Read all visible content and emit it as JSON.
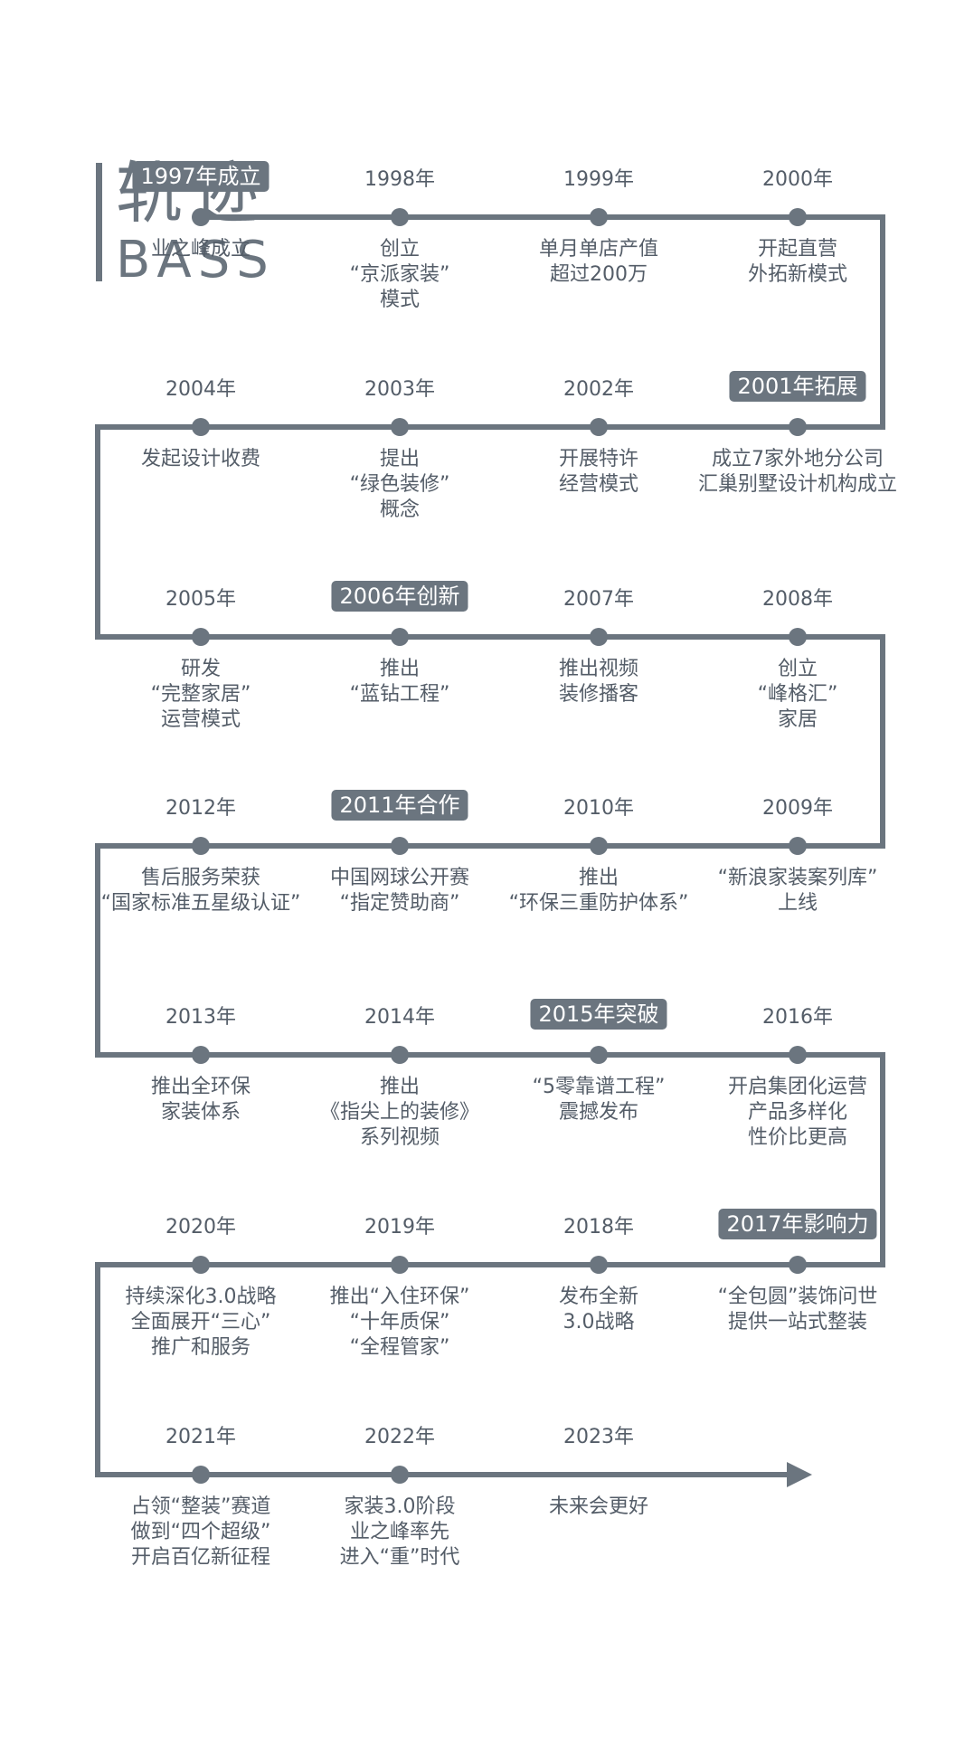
{
  "header": {
    "title_cn": "轨迹",
    "title_en": "BASS"
  },
  "colors": {
    "line": "#6b757f",
    "text": "#545d68",
    "badge_text": "#ffffff"
  },
  "icons": {
    "end_arrow": "arrow-right-icon",
    "milestone_dot": "dot-icon"
  },
  "events": [
    {
      "year": "1997年成立",
      "badge": true,
      "lines": [
        "业之峰成立"
      ]
    },
    {
      "year": "1998年",
      "badge": false,
      "lines": [
        "创立",
        "“京派家装”",
        "模式"
      ]
    },
    {
      "year": "1999年",
      "badge": false,
      "lines": [
        "单月单店产值",
        "超过200万"
      ]
    },
    {
      "year": "2000年",
      "badge": false,
      "lines": [
        "开起直营",
        "外拓新模式"
      ]
    },
    {
      "year": "2001年拓展",
      "badge": true,
      "lines": [
        "成立7家外地分公司",
        "汇巢别墅设计机构成立"
      ]
    },
    {
      "year": "2002年",
      "badge": false,
      "lines": [
        "开展特许",
        "经营模式"
      ]
    },
    {
      "year": "2003年",
      "badge": false,
      "lines": [
        "提出",
        "“绿色装修”",
        "概念"
      ]
    },
    {
      "year": "2004年",
      "badge": false,
      "lines": [
        "发起设计收费"
      ]
    },
    {
      "year": "2005年",
      "badge": false,
      "lines": [
        "研发",
        "“完整家居”",
        "运营模式"
      ]
    },
    {
      "year": "2006年创新",
      "badge": true,
      "lines": [
        "推出",
        "“蓝钻工程”"
      ]
    },
    {
      "year": "2007年",
      "badge": false,
      "lines": [
        "推出视频",
        "装修播客"
      ]
    },
    {
      "year": "2008年",
      "badge": false,
      "lines": [
        "创立",
        "“峰格汇”",
        "家居"
      ]
    },
    {
      "year": "2009年",
      "badge": false,
      "lines": [
        "“新浪家装案列库”",
        "上线"
      ]
    },
    {
      "year": "2010年",
      "badge": false,
      "lines": [
        "推出",
        "“环保三重防护体系”"
      ]
    },
    {
      "year": "2011年合作",
      "badge": true,
      "lines": [
        "中国网球公开赛",
        "“指定赞助商”"
      ]
    },
    {
      "year": "2012年",
      "badge": false,
      "lines": [
        "售后服务荣获",
        "“国家标准五星级认证”"
      ]
    },
    {
      "year": "2013年",
      "badge": false,
      "lines": [
        "推出全环保",
        "家装体系"
      ]
    },
    {
      "year": "2014年",
      "badge": false,
      "lines": [
        "推出",
        "《指尖上的装修》",
        "系列视频"
      ]
    },
    {
      "year": "2015年突破",
      "badge": true,
      "lines": [
        "“5零靠谱工程”",
        "震撼发布"
      ]
    },
    {
      "year": "2016年",
      "badge": false,
      "lines": [
        "开启集团化运营",
        "产品多样化",
        "性价比更高"
      ]
    },
    {
      "year": "2017年影响力",
      "badge": true,
      "lines": [
        "“全包圆”装饰问世",
        "提供一站式整装"
      ]
    },
    {
      "year": "2018年",
      "badge": false,
      "lines": [
        "发布全新",
        "3.0战略"
      ]
    },
    {
      "year": "2019年",
      "badge": false,
      "lines": [
        "推出“入住环保”",
        "“十年质保”",
        "“全程管家”"
      ]
    },
    {
      "year": "2020年",
      "badge": false,
      "lines": [
        "持续深化3.0战略",
        "全面展开“三心”",
        "推广和服务"
      ]
    },
    {
      "year": "2021年",
      "badge": false,
      "lines": [
        "占领“整装”赛道",
        "做到“四个超级”",
        "开启百亿新征程"
      ]
    },
    {
      "year": "2022年",
      "badge": false,
      "lines": [
        "家装3.0阶段",
        "业之峰率先",
        "进入“重”时代"
      ]
    },
    {
      "year": "2023年",
      "badge": false,
      "lines": [
        "未来会更好"
      ]
    }
  ]
}
